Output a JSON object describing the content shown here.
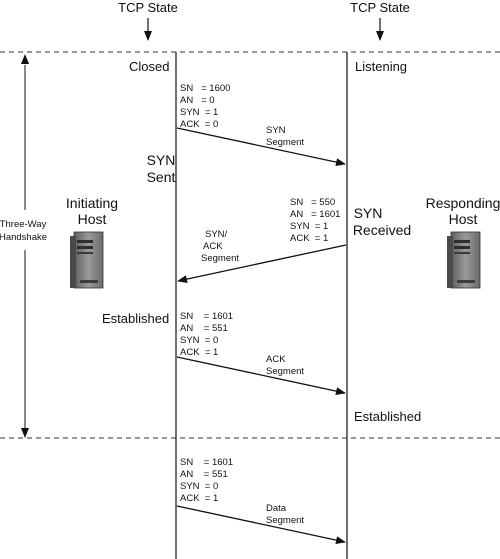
{
  "headers": {
    "left": "TCP State",
    "right": "TCP State"
  },
  "states": {
    "closed": "Closed",
    "listening": "Listening",
    "syn_sent_1": "SYN",
    "syn_sent_2": "Sent",
    "syn_received_1": "SYN",
    "syn_received_2": "Received",
    "established_left": "Established",
    "established_right": "Established"
  },
  "hosts": {
    "initiating_1": "Initiating",
    "initiating_2": "Host",
    "responding_1": "Responding",
    "responding_2": "Host"
  },
  "handshake": {
    "line1": "Three-Way",
    "line2": "Handshake"
  },
  "segments": [
    {
      "fields": [
        "SN   = 1600",
        "AN   = 0",
        "SYN  = 1",
        "ACK  = 0"
      ],
      "label": [
        "SYN",
        "Segment"
      ]
    },
    {
      "fields": [
        "SN   = 550",
        "AN   = 1601",
        "SYN  = 1",
        "ACK  = 1"
      ],
      "label": [
        "SYN/",
        "ACK",
        "Segment"
      ]
    },
    {
      "fields": [
        "SN    = 1601",
        "AN    = 551",
        "SYN  = 0",
        "ACK  = 1"
      ],
      "label": [
        "ACK",
        "Segment"
      ]
    },
    {
      "fields": [
        "SN    = 1601",
        "AN    = 551",
        "SYN  = 0",
        "ACK  = 1"
      ],
      "label": [
        "Data",
        "Segment"
      ]
    }
  ],
  "icons": {
    "host_left": "server-icon",
    "host_right": "server-icon"
  }
}
